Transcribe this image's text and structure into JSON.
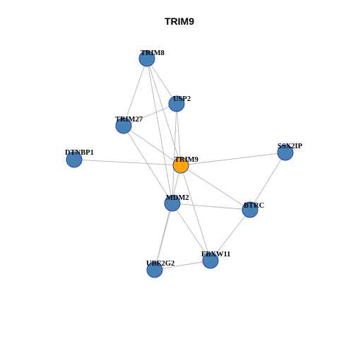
{
  "title": "TRIM9",
  "colors": {
    "background": "#ffffff",
    "node_fill": "#4682b4",
    "center_fill": "#ffa500",
    "node_stroke": "#1f3fbf",
    "edge": "#b3b3b3"
  },
  "center": "TRIM9",
  "nodes": [
    {
      "id": "TRIM8",
      "label": "TRIM8"
    },
    {
      "id": "USP2",
      "label": "USP2"
    },
    {
      "id": "TRIM27",
      "label": "TRIM27"
    },
    {
      "id": "DTNBP1",
      "label": "DTNBP1"
    },
    {
      "id": "TRIM9",
      "label": "TRIM9"
    },
    {
      "id": "SSX2IP",
      "label": "SSX2IP"
    },
    {
      "id": "MDM2",
      "label": "MDM2"
    },
    {
      "id": "BTRC",
      "label": "BTRC"
    },
    {
      "id": "FBXW11",
      "label": "FBXW11"
    },
    {
      "id": "UBE2G2",
      "label": "UBE2G2"
    }
  ],
  "edges": [
    [
      "TRIM8",
      "TRIM27"
    ],
    [
      "TRIM8",
      "USP2"
    ],
    [
      "TRIM8",
      "TRIM9"
    ],
    [
      "TRIM8",
      "MDM2"
    ],
    [
      "USP2",
      "TRIM27"
    ],
    [
      "USP2",
      "TRIM9"
    ],
    [
      "USP2",
      "MDM2"
    ],
    [
      "TRIM27",
      "TRIM9"
    ],
    [
      "TRIM27",
      "MDM2"
    ],
    [
      "DTNBP1",
      "TRIM9"
    ],
    [
      "TRIM9",
      "SSX2IP"
    ],
    [
      "TRIM9",
      "BTRC"
    ],
    [
      "TRIM9",
      "FBXW11"
    ],
    [
      "TRIM9",
      "UBE2G2"
    ],
    [
      "SSX2IP",
      "BTRC"
    ],
    [
      "MDM2",
      "BTRC"
    ],
    [
      "MDM2",
      "FBXW11"
    ],
    [
      "MDM2",
      "UBE2G2"
    ],
    [
      "BTRC",
      "FBXW11"
    ],
    [
      "FBXW11",
      "UBE2G2"
    ]
  ]
}
